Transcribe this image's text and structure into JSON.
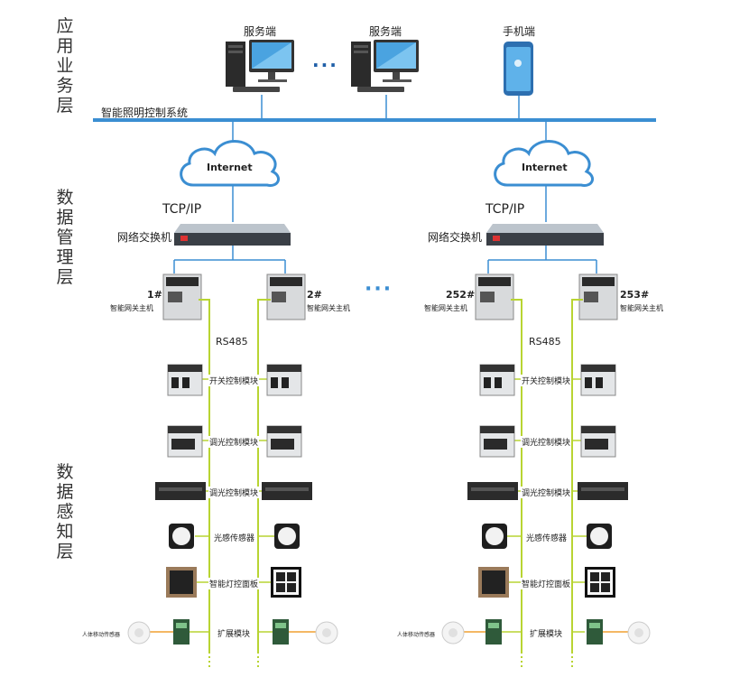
{
  "layers": {
    "application": "应用业务层",
    "data_management": "数据管理层",
    "data_sensing": "数据感知层"
  },
  "application": {
    "server_label": "服务端",
    "mobile_label": "手机端",
    "system_bus_label": "智能照明控制系统",
    "ellipsis": "···"
  },
  "network": {
    "internet": "Internet",
    "protocol": "TCP/IP",
    "switch_label": "网络交换机",
    "ellipsis": "···"
  },
  "gateways": [
    {
      "number": "1#",
      "label": "智能网关主机"
    },
    {
      "number": "2#",
      "label": "智能网关主机"
    },
    {
      "number": "252#",
      "label": "智能网关主机"
    },
    {
      "number": "253#",
      "label": "智能网关主机"
    }
  ],
  "bus": {
    "label": "RS485",
    "color": "#b8d432"
  },
  "modules": {
    "switch_control": "开关控制模块",
    "dimming_control": "调光控制模块",
    "dimming_control_2": "调光控制模块",
    "light_sensor": "光感传感器",
    "smart_panel": "智能灯控面板",
    "expansion": "扩展模块",
    "human_motion_sensor": "人体移动传感器"
  },
  "colors": {
    "backbone": "#3b8ed2",
    "cloud_stroke": "#3b8ed2",
    "sensor_link": "#f0a030"
  }
}
